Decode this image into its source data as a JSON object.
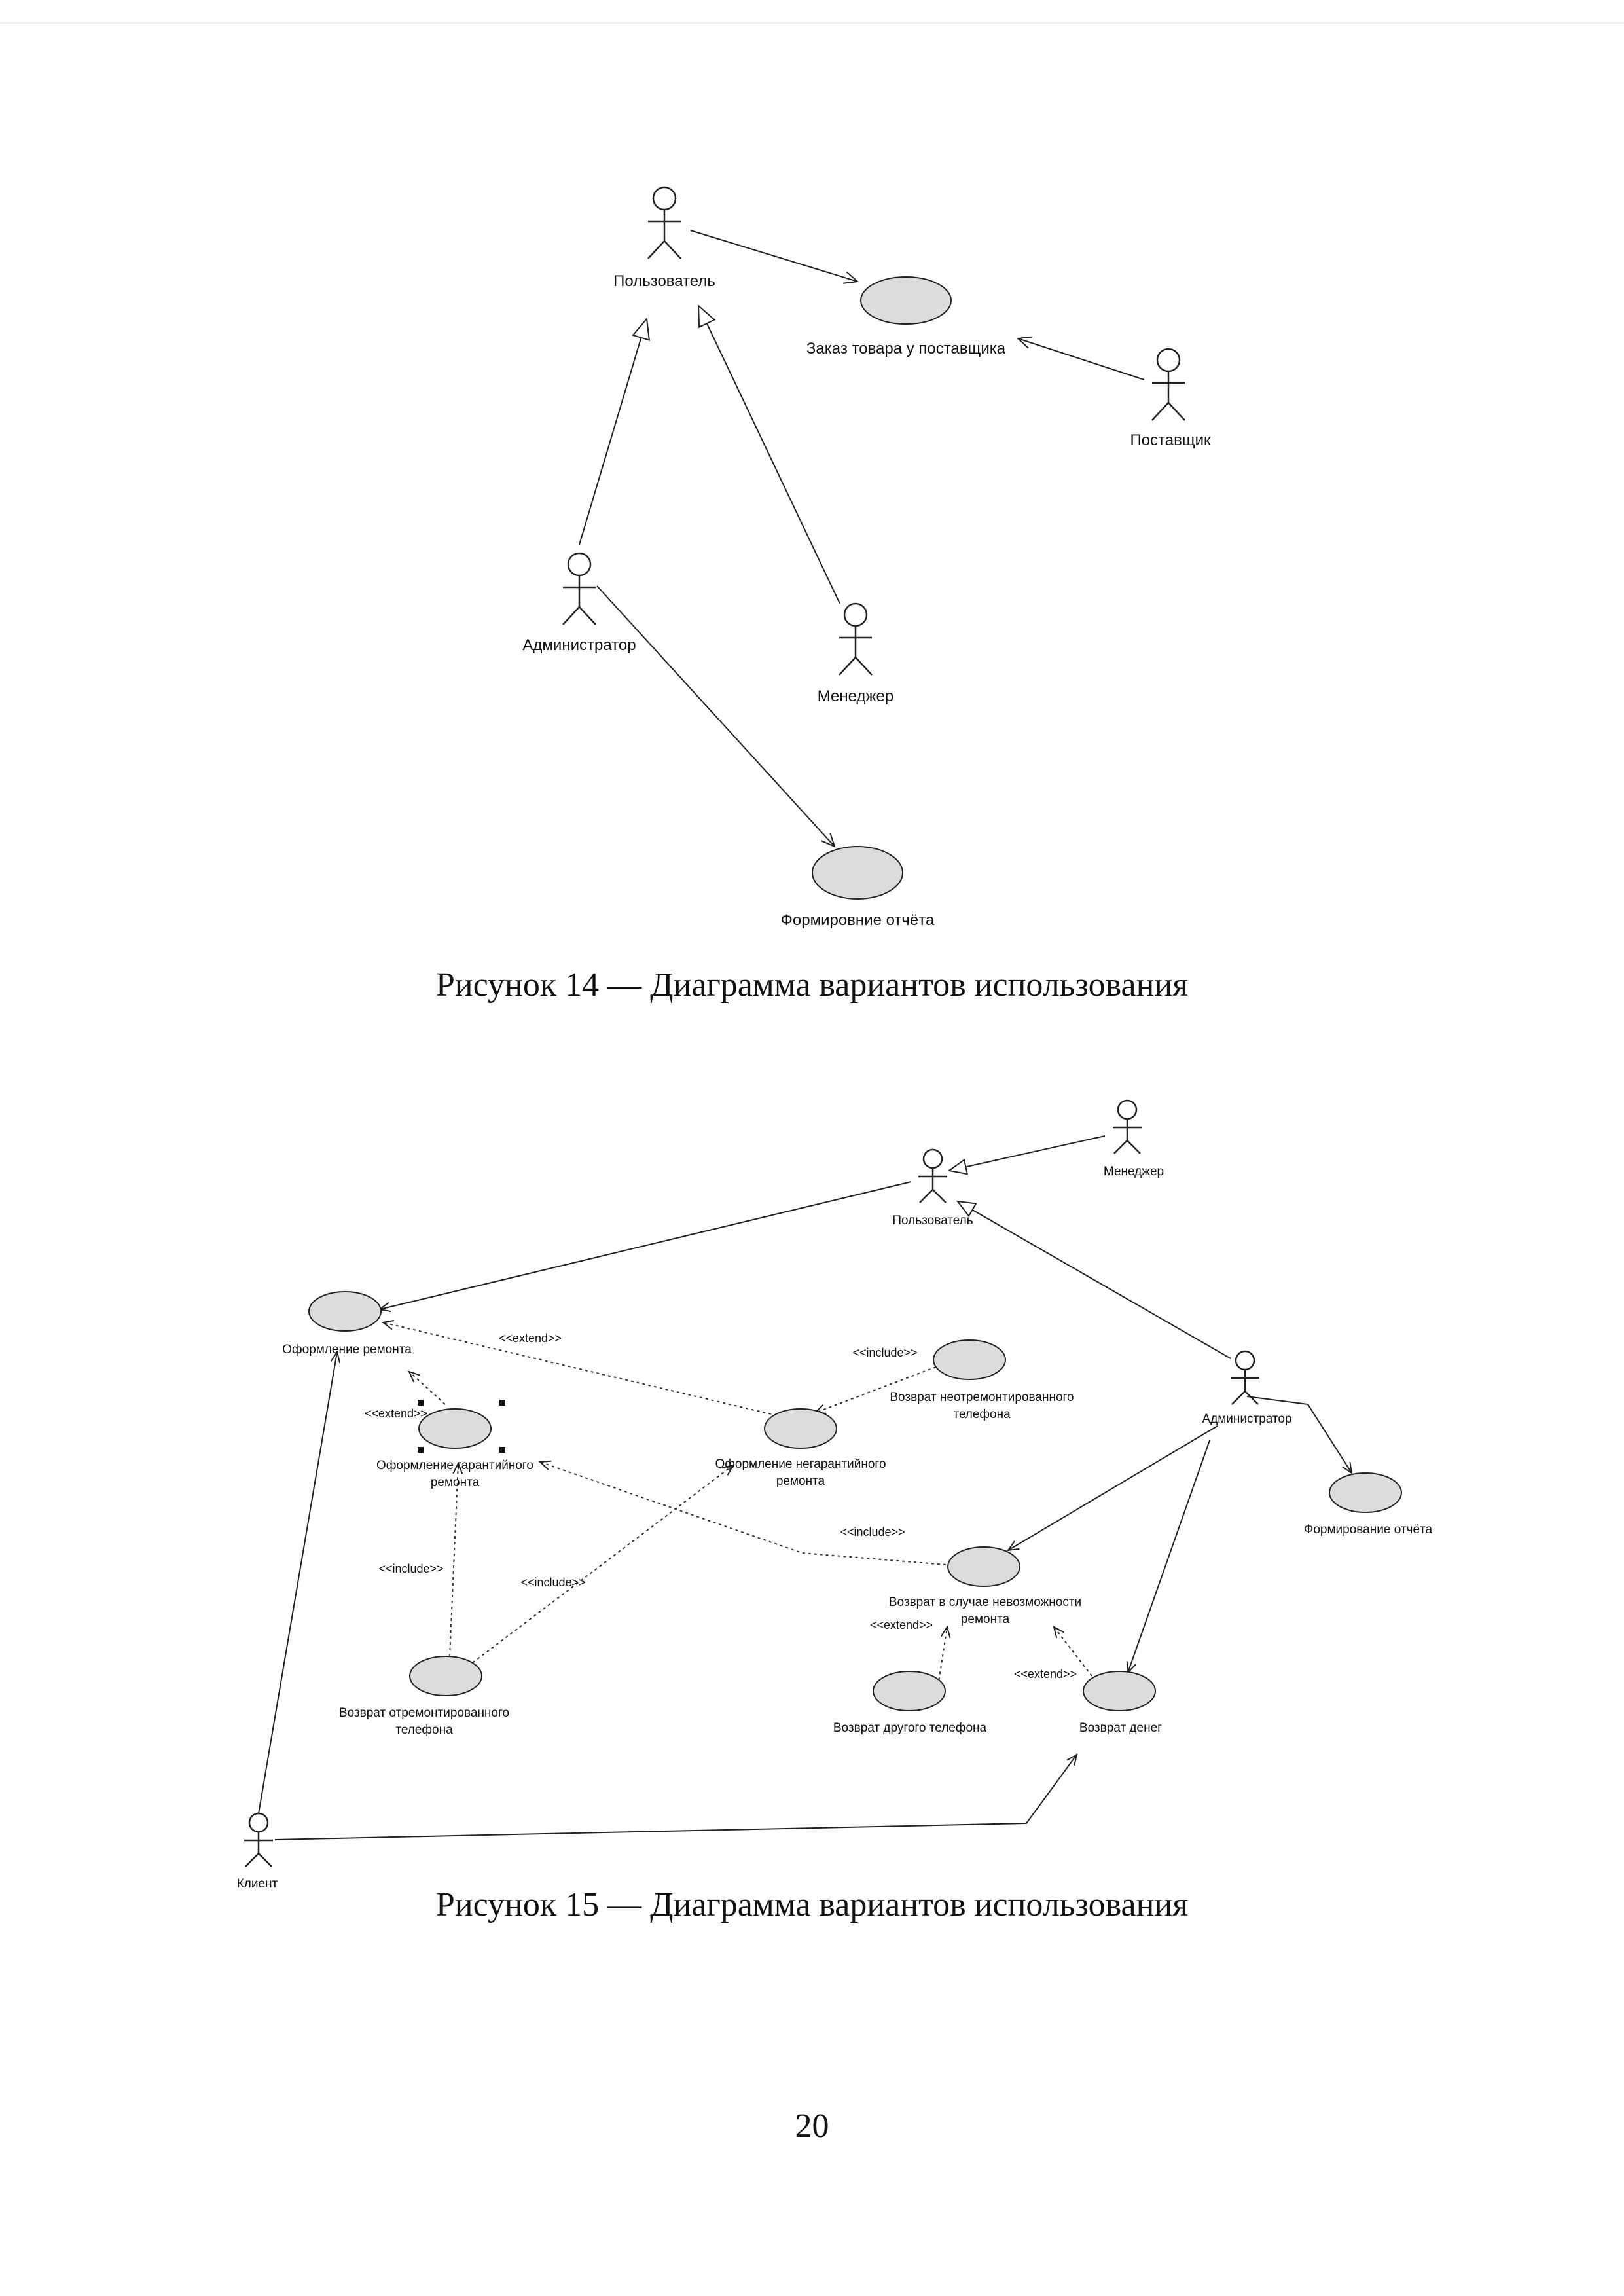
{
  "figure14": {
    "caption": "Рисунок 14 — Диаграмма вариантов использования",
    "actors": {
      "user": "Пользователь",
      "supplier": "Поставщик",
      "admin": "Администратор",
      "manager": "Менеджер"
    },
    "use_cases": {
      "order": "Заказ товара у поставщика",
      "report": "Формировние отчёта"
    }
  },
  "figure15": {
    "caption": "Рисунок 15 — Диаграмма вариантов использования",
    "actors": {
      "manager": "Менеджер",
      "user": "Пользователь",
      "admin": "Администратор",
      "client": "Клиент"
    },
    "use_cases": {
      "repair": "Оформление ремонта",
      "warranty_line1": "Оформление гарантийного",
      "warranty_line2": "ремонта",
      "nonwarranty_line1": "Оформление негарантийного",
      "nonwarranty_line2": "ремонта",
      "return_unrepaired_line1": "Возврат неотремонтированного",
      "return_unrepaired_line2": "телефона",
      "report": "Формирование отчёта",
      "return_impossible_line1": "Возврат в случае невозможности",
      "return_impossible_line2": "ремонта",
      "return_repaired_line1": "Возврат отремонтированного",
      "return_repaired_line2": "телефона",
      "return_other": "Возврат другого телефона",
      "refund": "Возврат денег"
    },
    "stereotypes": {
      "extend": "<<extend>>",
      "include": "<<include>>"
    }
  },
  "page_number": "20"
}
